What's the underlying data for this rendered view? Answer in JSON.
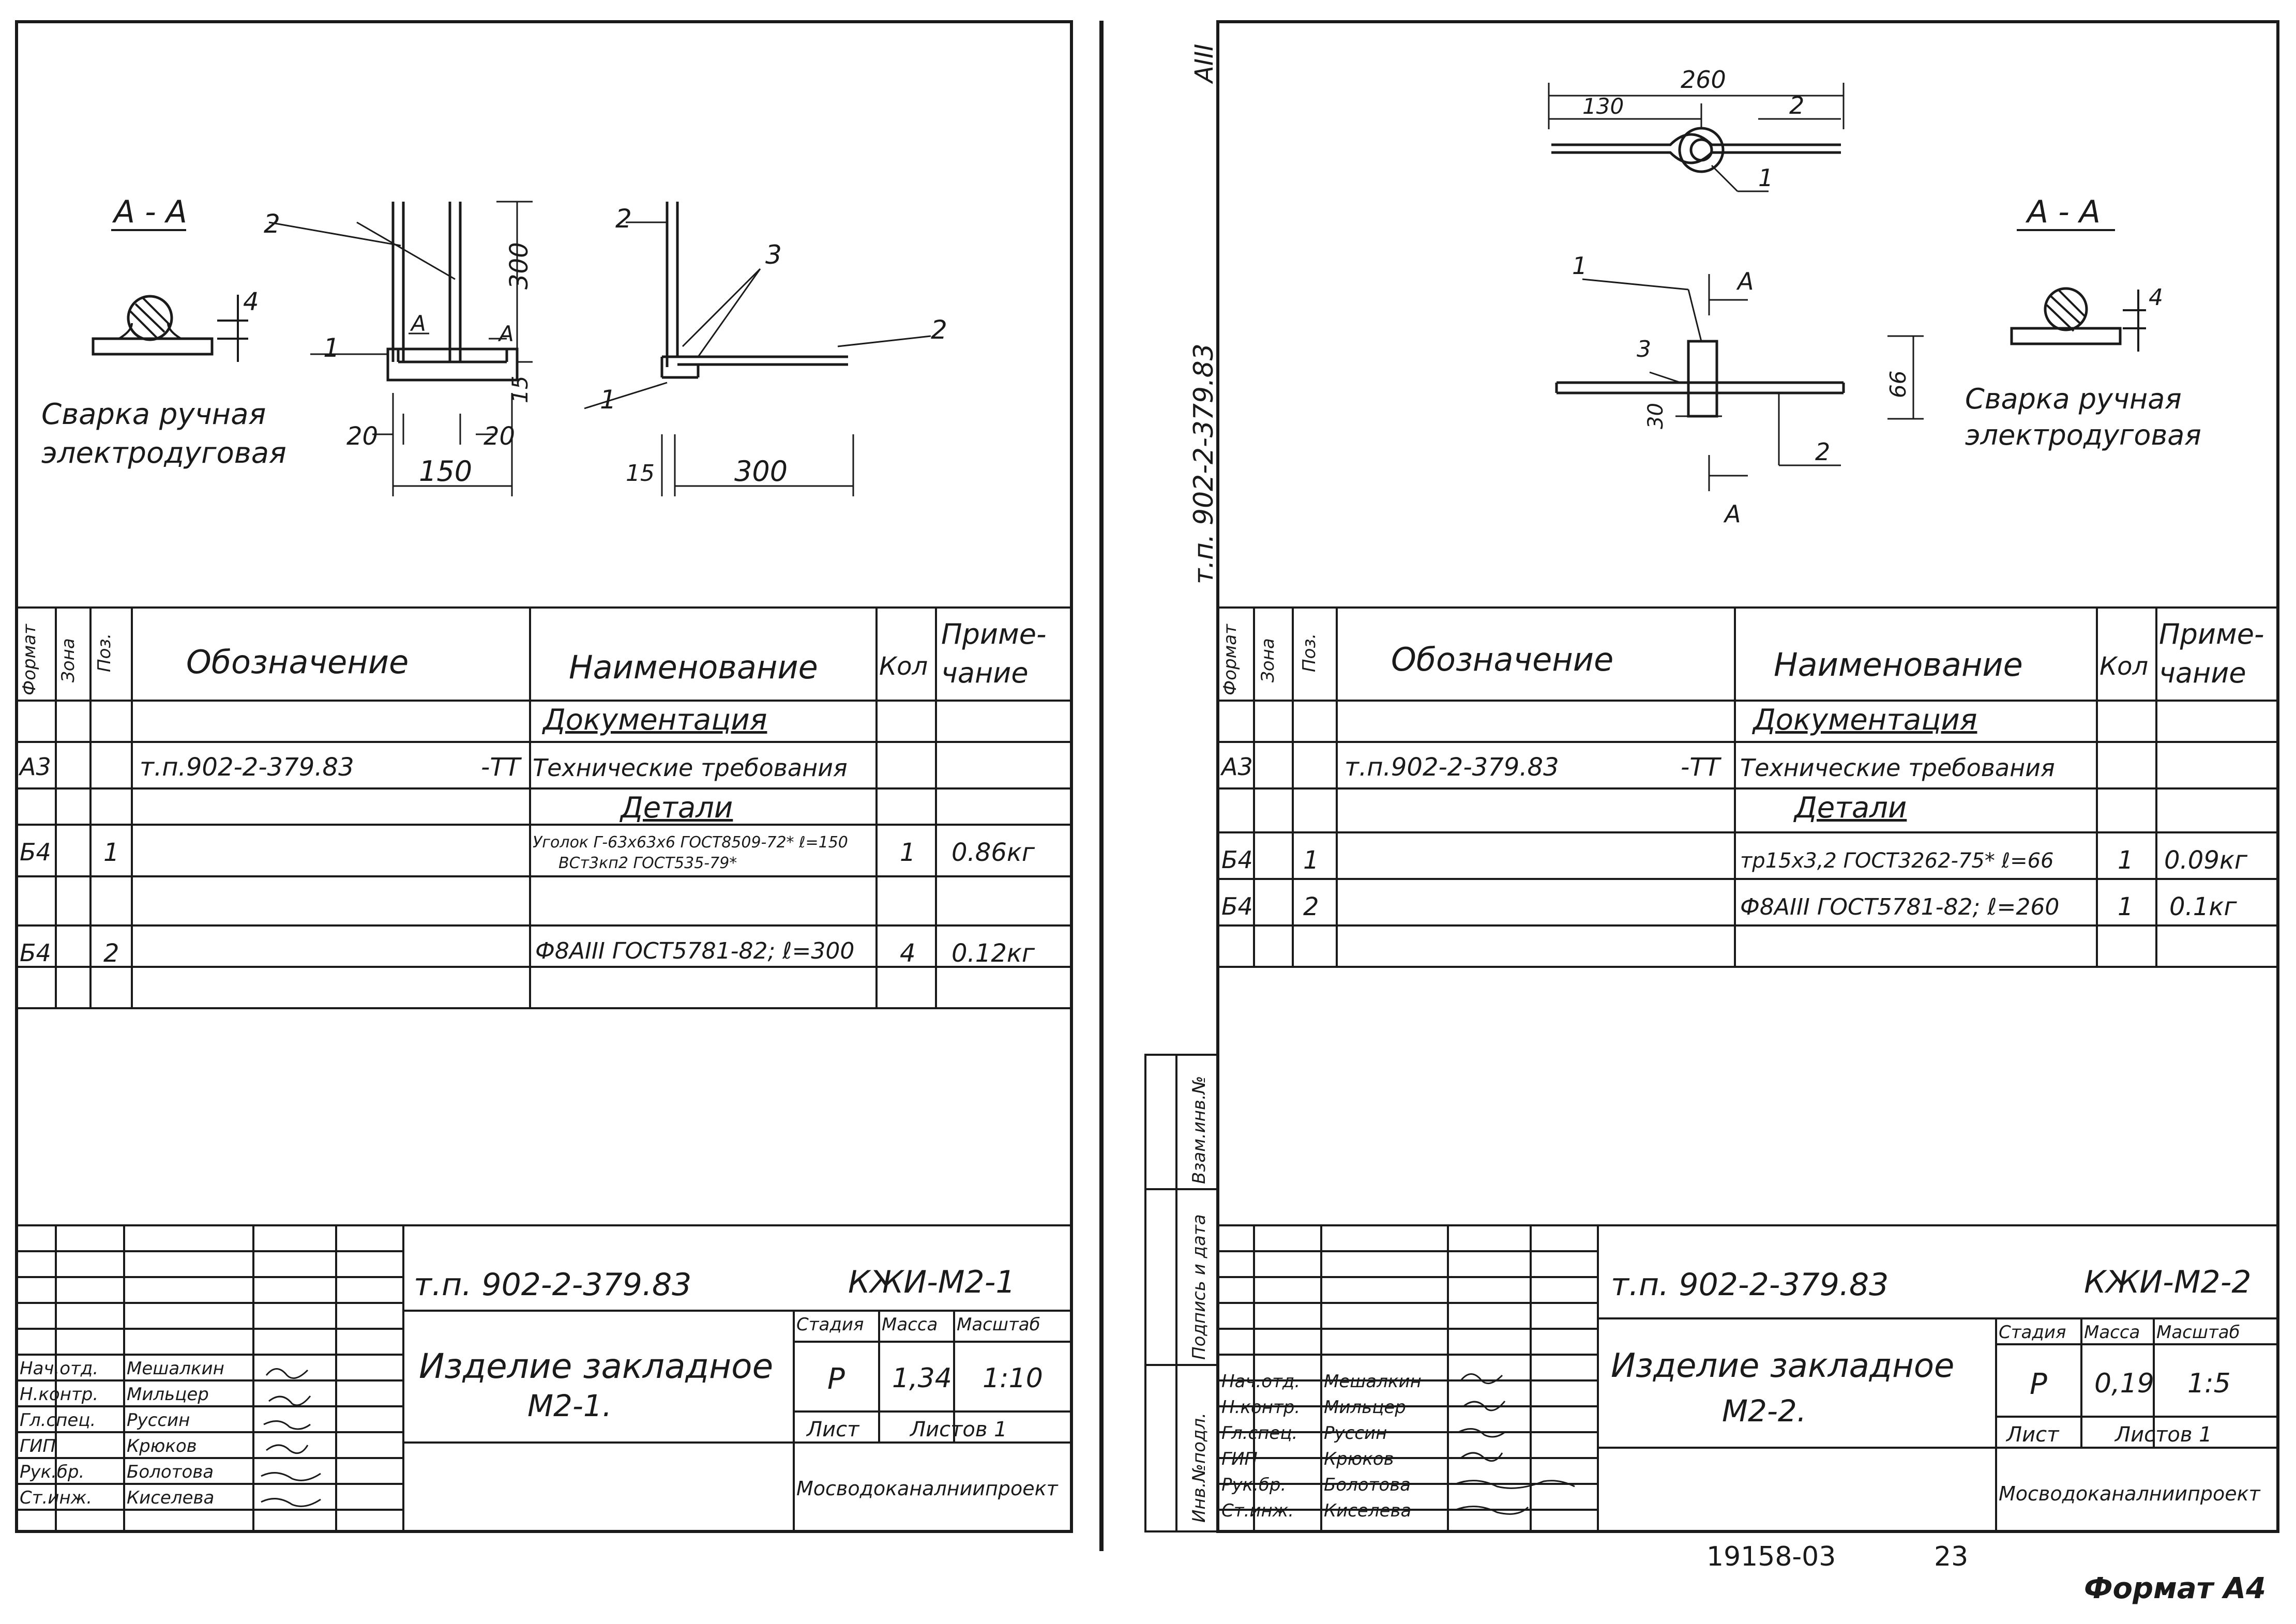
{
  "sheet1": {
    "section_label": "А - А",
    "weld_text_1": "Сварка ручная",
    "weld_text_2": "электродуговая",
    "dims": {
      "d4": "4",
      "d300v": "300",
      "d15": "15",
      "d20a": "20",
      "d20b": "20",
      "d150": "150",
      "d15b": "15",
      "d300h": "300"
    },
    "callouts": {
      "c2a": "2",
      "c1a": "1",
      "cA1": "А",
      "cA2": "А",
      "c2b": "2",
      "c3": "3",
      "c2c": "2",
      "c1b": "1"
    },
    "spec_headers": {
      "format": "Формат",
      "zone": "Зона",
      "pos": "Поз.",
      "designation": "Обозначение",
      "name": "Наименование",
      "qty": "Кол",
      "note1": "Приме-",
      "note2": "чание"
    },
    "spec_rows": [
      {
        "format": "",
        "pos": "",
        "designation": "",
        "name": "Документация",
        "qty": "",
        "note": ""
      },
      {
        "format": "А3",
        "pos": "",
        "designation": "т.п.902-2-379.83",
        "designation_suffix": "-ТТ",
        "name": "Технические требования",
        "qty": "",
        "note": ""
      },
      {
        "format": "",
        "pos": "",
        "designation": "",
        "name": "Детали",
        "qty": "",
        "note": ""
      },
      {
        "format": "Б4",
        "pos": "1",
        "designation": "",
        "name": "Уголок Г-63х63х6 ГОСТ8509-72* ℓ=150",
        "qty": "1",
        "note": "0.86кг"
      },
      {
        "format": "",
        "pos": "",
        "designation": "",
        "name": "ВСт3кп2 ГОСТ535-79*",
        "qty": "",
        "note": ""
      },
      {
        "format": "Б4",
        "pos": "2",
        "designation": "",
        "name": "Ф8АIII ГОСТ5781-82; ℓ=300",
        "qty": "4",
        "note": "0.12кг"
      },
      {
        "format": "",
        "pos": "",
        "designation": "",
        "name": "",
        "qty": "",
        "note": ""
      }
    ],
    "title_block": {
      "code": "т.п. 902-2-379.83",
      "mark": "КЖИ-М2-1",
      "title": "Изделие закладное",
      "subtitle": "М2-1.",
      "stage_label": "Стадия",
      "mass_label": "Масса",
      "scale_label": "Масштаб",
      "stage": "Р",
      "mass": "1,34",
      "scale": "1:10",
      "sheet_label": "Лист",
      "sheets_label": "Листов 1",
      "org": "Мосводоканалниипроект",
      "roles": [
        {
          "role": "Нач.отд.",
          "name": "Мешалкин"
        },
        {
          "role": "Н.контр.",
          "name": "Мильцер"
        },
        {
          "role": "Гл.спец.",
          "name": "Руссин"
        },
        {
          "role": "ГИП",
          "name": "Крюков"
        },
        {
          "role": "Рук.бр.",
          "name": "Болотова"
        },
        {
          "role": "Ст.инж.",
          "name": "Киселева"
        }
      ]
    }
  },
  "sheet2": {
    "top_right_mark": "АIII",
    "side_code": "т.п. 902-2-379.83",
    "section_label": "А - А",
    "weld_text_1": "Сварка ручная",
    "weld_text_2": "электродуговая",
    "dims": {
      "d260": "260",
      "d130": "130",
      "d66": "66",
      "d30": "30",
      "d4": "4"
    },
    "callouts": {
      "c2a": "2",
      "c1a": "1",
      "c1b": "1",
      "c3": "3",
      "c2b": "2",
      "cA1": "А",
      "cA2": "А"
    },
    "side_labels": {
      "inv": "Инв.№подл.",
      "sign": "Подпись и дата",
      "replace": "Взам.инв.№"
    },
    "spec_headers": {
      "format": "Формат",
      "zone": "Зона",
      "pos": "Поз.",
      "designation": "Обозначение",
      "name": "Наименование",
      "qty": "Кол",
      "note1": "Приме-",
      "note2": "чание"
    },
    "spec_rows": [
      {
        "format": "",
        "pos": "",
        "designation": "",
        "name": "Документация",
        "qty": "",
        "note": ""
      },
      {
        "format": "А3",
        "pos": "",
        "designation": "т.п.902-2-379.83",
        "designation_suffix": "-ТТ",
        "name": "Технические требования",
        "qty": "",
        "note": ""
      },
      {
        "format": "",
        "pos": "",
        "designation": "",
        "name": "Детали",
        "qty": "",
        "note": ""
      },
      {
        "format": "Б4",
        "pos": "1",
        "designation": "",
        "name": "тр15х3,2 ГОСТ3262-75* ℓ=66",
        "qty": "1",
        "note": "0.09кг"
      },
      {
        "format": "Б4",
        "pos": "2",
        "designation": "",
        "name": "Ф8АIII ГОСТ5781-82; ℓ=260",
        "qty": "1",
        "note": "0.1кг"
      },
      {
        "format": "",
        "pos": "",
        "designation": "",
        "name": "",
        "qty": "",
        "note": ""
      }
    ],
    "title_block": {
      "code": "т.п. 902-2-379.83",
      "mark": "КЖИ-М2-2",
      "title": "Изделие закладное",
      "subtitle": "М2-2.",
      "stage_label": "Стадия",
      "mass_label": "Масса",
      "scale_label": "Масштаб",
      "stage": "Р",
      "mass": "0,19",
      "scale": "1:5",
      "sheet_label": "Лист",
      "sheets_label": "Листов 1",
      "org": "Мосводоканалниипроект",
      "roles": [
        {
          "role": "Нач.отд.",
          "name": "Мешалкин"
        },
        {
          "role": "Н.контр.",
          "name": "Мильцер"
        },
        {
          "role": "Гл.спец.",
          "name": "Руссин"
        },
        {
          "role": "ГИП",
          "name": "Крюков"
        },
        {
          "role": "Рук.бр.",
          "name": "Болотова"
        },
        {
          "role": "Ст.инж.",
          "name": "Киселева"
        }
      ]
    }
  },
  "footer": {
    "archive_no": "19158-03",
    "page_no": "23",
    "format": "Формат А4"
  }
}
